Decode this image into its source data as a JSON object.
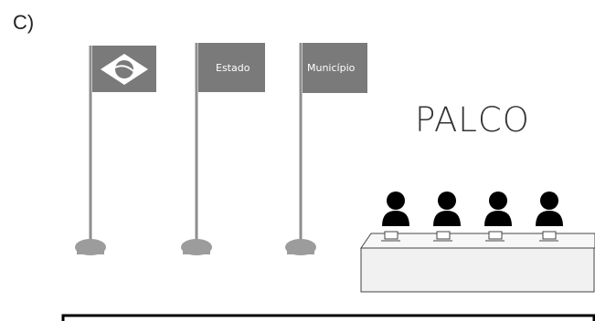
{
  "option_label": "C)",
  "flags": [
    {
      "kind": "national",
      "label": "",
      "icon": "brazil-flag-icon"
    },
    {
      "kind": "state",
      "label": "Estado"
    },
    {
      "kind": "municipal",
      "label": "Município"
    }
  ],
  "stage": {
    "label": "PALCO",
    "people_count": 4
  },
  "colors": {
    "flag": "#7a7a7a",
    "pole": "#8e8e8e",
    "base": "#9c9c9c",
    "person": "#000000",
    "table": "#f1f1f1"
  }
}
